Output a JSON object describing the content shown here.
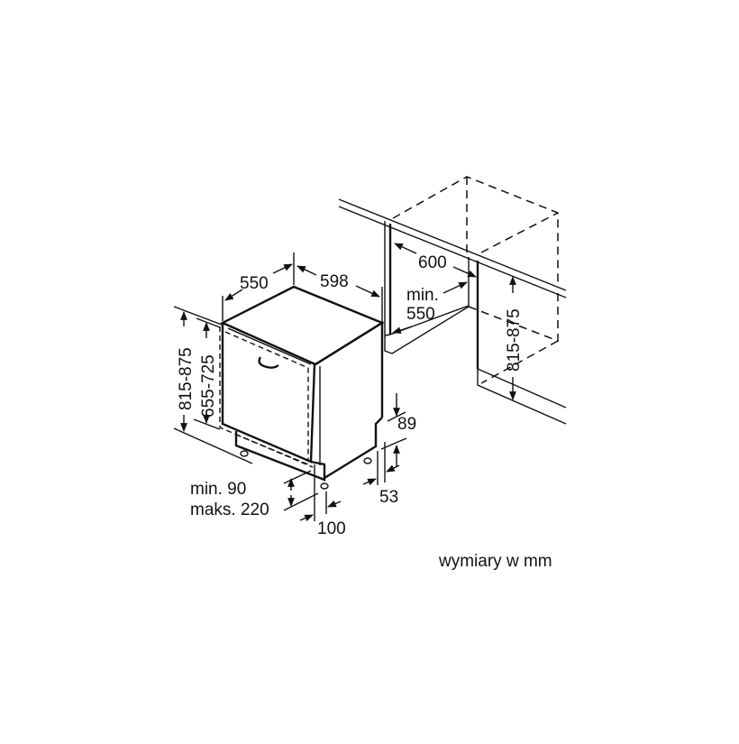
{
  "diagram": {
    "type": "built-in dishwasher installation dimensions",
    "unit_note": "wymiary w mm",
    "appliance": {
      "depth_label": "550",
      "width_label": "598",
      "height_range_label": "815-875",
      "door_height_range_label": "655-725",
      "plinth_height_label_line1": "min. 90",
      "plinth_height_label_line2": "maks. 220",
      "plinth_depth_label": "100",
      "rear_step_label": "89",
      "rear_foot_label": "53"
    },
    "niche": {
      "width_label": "600",
      "depth_label_line1": "min.",
      "depth_label_line2": "550",
      "height_range_label": "815-875"
    },
    "colors": {
      "line": "#111111",
      "background": "#ffffff"
    }
  }
}
